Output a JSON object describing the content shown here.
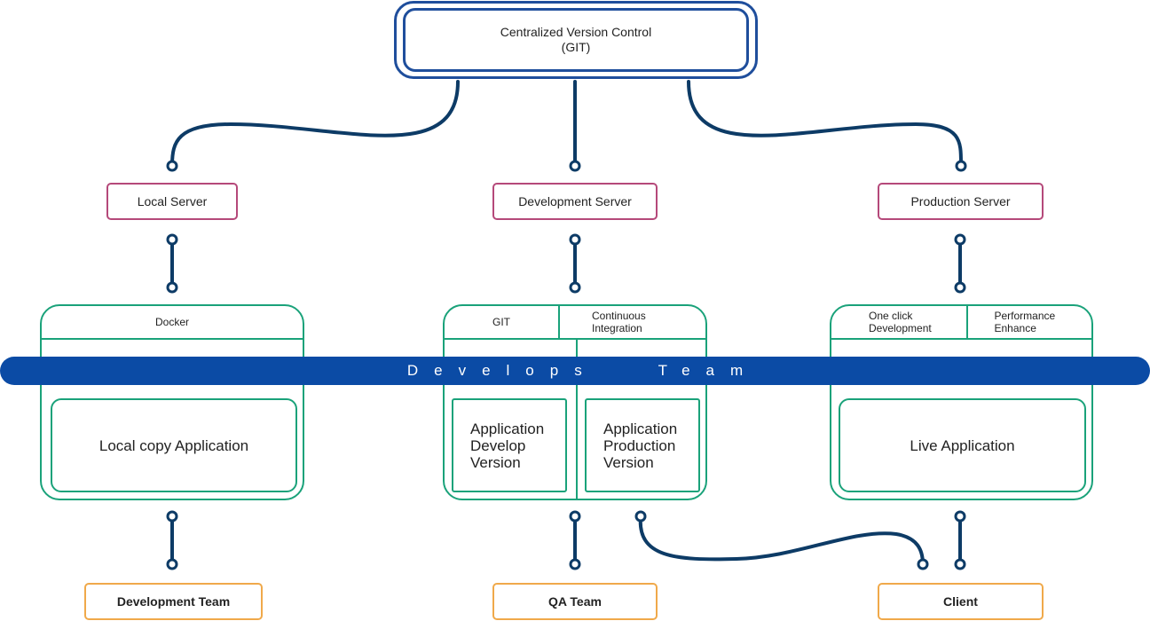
{
  "vcs": {
    "line1": "Centralized Version Control",
    "line2": "(GIT)"
  },
  "servers": {
    "local": "Local Server",
    "development": "Development Server",
    "production": "Production Server"
  },
  "environments": {
    "local": {
      "headers": [
        "Docker"
      ],
      "apps": [
        "Local copy Application"
      ]
    },
    "development": {
      "headers": [
        "GIT",
        "Continuous\nIntegration"
      ],
      "apps": [
        "Application\nDevelop\nVersion",
        "Application\nProduction\nVersion"
      ]
    },
    "production": {
      "headers": [
        "One click\nDevelopment",
        "Performance\nEnhance"
      ],
      "apps": [
        "Live Application"
      ]
    }
  },
  "band_label": "Develops   Team",
  "teams": {
    "development": "Development Team",
    "qa": "QA Team",
    "client": "Client"
  },
  "colors": {
    "connector": "#0d3b66",
    "vcs_border": "#1f4e9c",
    "server_border": "#b5497a",
    "environment_border": "#1aa27a",
    "band": "#0b4ba5",
    "team_border": "#f0a94a"
  }
}
